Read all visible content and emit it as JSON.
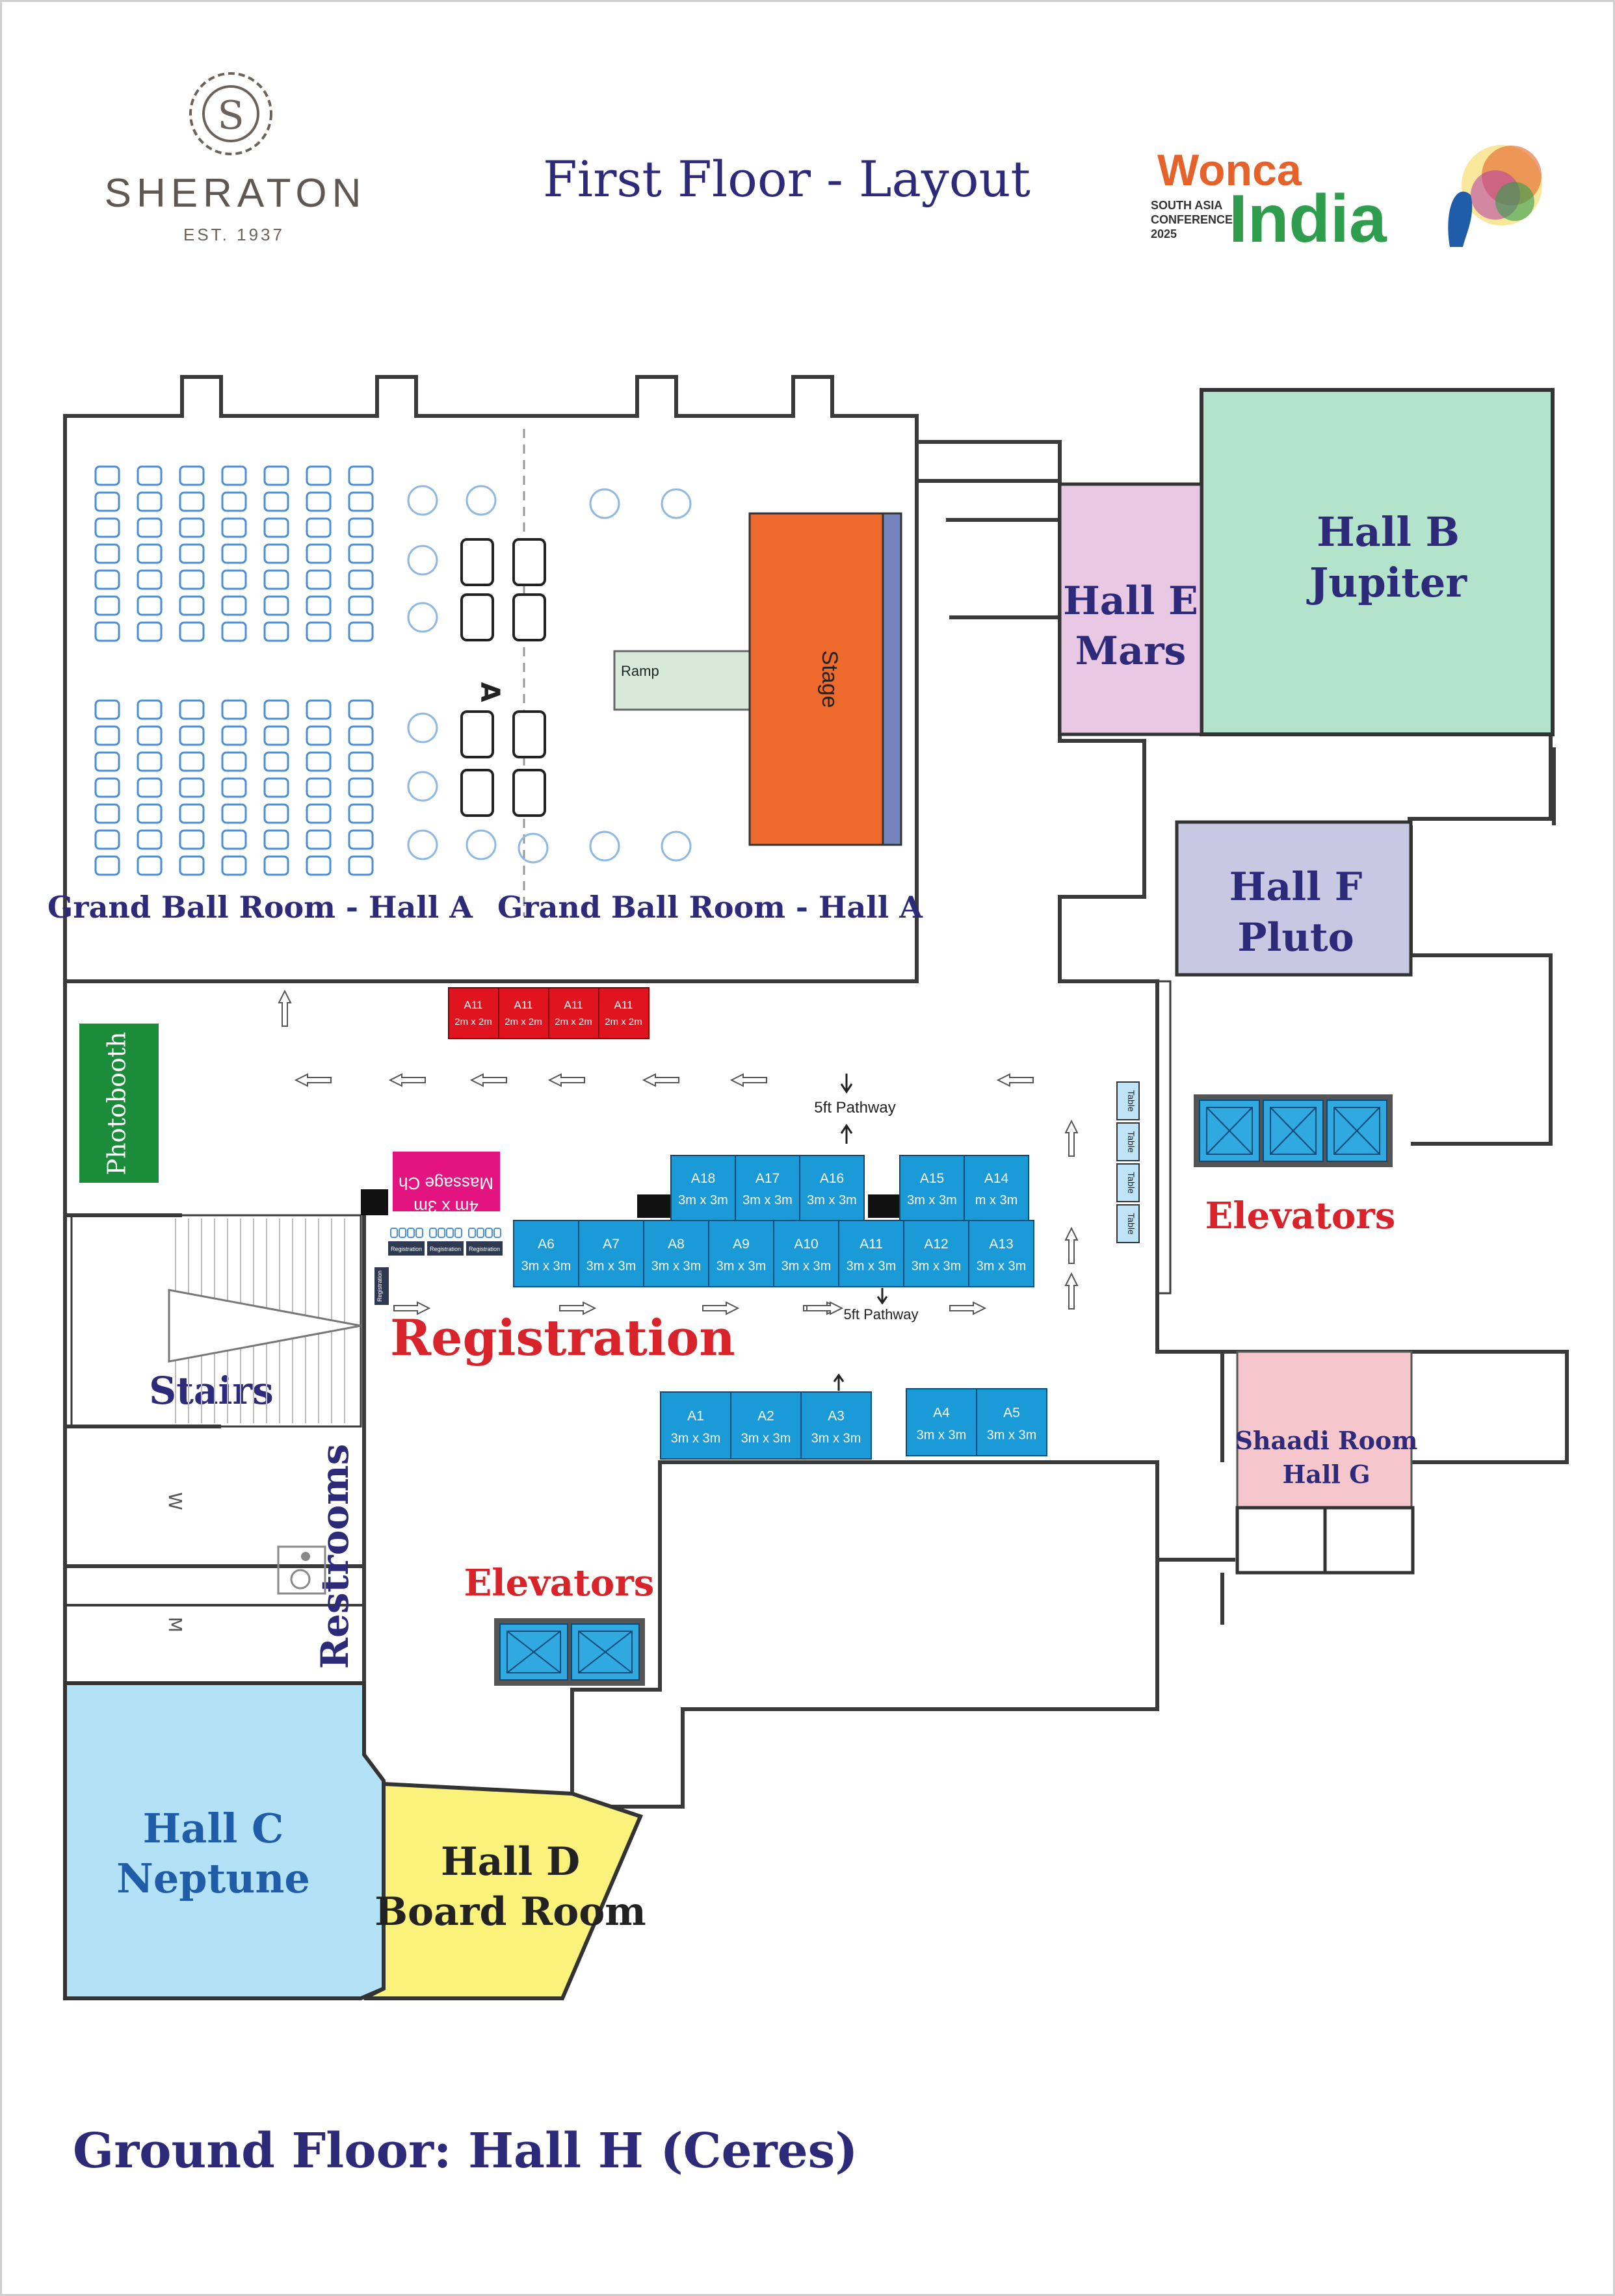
{
  "header": {
    "brand_name": "SHERATON",
    "brand_letter": "S",
    "brand_est": "EST. 1937",
    "title": "First Floor - Layout",
    "event_logo": {
      "line1": "Wonca",
      "line2": "India",
      "sub1": "SOUTH ASIA",
      "sub2": "CONFERENCE",
      "sub3": "2025"
    }
  },
  "rooms": {
    "hall_b": {
      "name": "Hall B",
      "sub": "Jupiter"
    },
    "hall_e": {
      "name": "Hall E",
      "sub": "Mars"
    },
    "hall_f": {
      "name": "Hall F",
      "sub": "Pluto"
    },
    "hall_c": {
      "name": "Hall C",
      "sub": "Neptune"
    },
    "hall_d": {
      "name": "Hall D",
      "sub": "Board Room"
    },
    "hall_g": {
      "name": "Shaadi Room",
      "sub": "Hall G"
    },
    "grand_left": "Grand Ball Room - Hall A",
    "grand_right": "Grand Ball Room - Hall A",
    "stage": "Stage",
    "ramp": "Ramp",
    "aisle_marker": "A"
  },
  "labels": {
    "photobooth": "Photobooth",
    "massage_line1": "Massage Ch",
    "massage_line2": "4m x 3m",
    "registration": "Registration",
    "registration_desk": "Registration",
    "stairs": "Stairs",
    "restrooms": "Restrooms",
    "elevators_right": "Elevators",
    "elevators_center": "Elevators",
    "pathway_top": "5ft Pathway",
    "pathway_bottom": "5ft Pathway",
    "table": "Table",
    "restroom_w": "W",
    "restroom_m": "M",
    "footer": "Ground Floor: Hall H (Ceres)"
  },
  "booths": {
    "red": [
      {
        "id": "A11",
        "size": "2m x 2m"
      },
      {
        "id": "A11",
        "size": "2m x 2m"
      },
      {
        "id": "A11",
        "size": "2m x 2m"
      },
      {
        "id": "A11",
        "size": "2m x 2m"
      }
    ],
    "row_top": [
      {
        "id": "A18",
        "size": "3m x 3m"
      },
      {
        "id": "A17",
        "size": "3m x 3m"
      },
      {
        "id": "A16",
        "size": "3m x 3m"
      },
      {
        "id": "A15",
        "size": "3m x 3m"
      },
      {
        "id": "A14",
        "size": "m x 3m"
      }
    ],
    "row_mid": [
      {
        "id": "A6",
        "size": "3m x 3m"
      },
      {
        "id": "A7",
        "size": "3m x 3m"
      },
      {
        "id": "A8",
        "size": "3m x 3m"
      },
      {
        "id": "A9",
        "size": "3m x 3m"
      },
      {
        "id": "A10",
        "size": "3m x 3m"
      },
      {
        "id": "A11",
        "size": "3m x 3m"
      },
      {
        "id": "A12",
        "size": "3m x 3m"
      },
      {
        "id": "A13",
        "size": "3m x 3m"
      }
    ],
    "row_bottom_left": [
      {
        "id": "A1",
        "size": "3m x 3m"
      },
      {
        "id": "A2",
        "size": "3m x 3m"
      },
      {
        "id": "A3",
        "size": "3m x 3m"
      }
    ],
    "row_bottom_right": [
      {
        "id": "A4",
        "size": "3m x 3m"
      },
      {
        "id": "A5",
        "size": "3m x 3m"
      }
    ]
  },
  "colors": {
    "title": "#2e2a7a",
    "red_label": "#d9232a",
    "booth_blue": "#1a9ad6",
    "booth_red": "#e0141e",
    "hall_b": "#b4e3cc",
    "hall_e": "#e8c8e3",
    "hall_f": "#c8c8e2",
    "hall_c": "#b3e1f6",
    "hall_d": "#fbf27c",
    "hall_g": "#f5c6cb",
    "stage": "#ee6a2c",
    "photobooth": "#1b8c3a",
    "massage": "#e3147f",
    "elevator": "#2fa9df"
  }
}
